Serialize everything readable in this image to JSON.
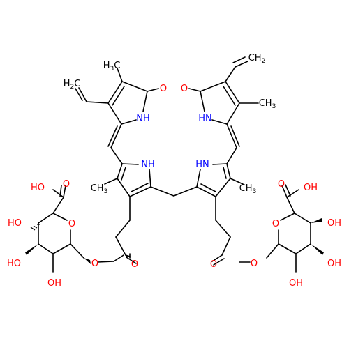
{
  "colors": {
    "background": "#ffffff",
    "bond": "#000000",
    "O": "#ff0000",
    "N": "#0000ff",
    "C": "#000000"
  },
  "atoms": [
    {
      "id": "me_tl",
      "text": "H3C",
      "element": "C"
    },
    {
      "id": "vinyl_tl",
      "text": "H2C",
      "element": "C"
    },
    {
      "id": "o_lac_l",
      "text": "O",
      "element": "O"
    },
    {
      "id": "nh_lac_l",
      "text": "NH",
      "element": "N"
    },
    {
      "id": "vinyl_tr",
      "text": "CH2",
      "element": "C"
    },
    {
      "id": "o_lac_r",
      "text": "O",
      "element": "O"
    },
    {
      "id": "nh_lac_r",
      "text": "HN",
      "element": "N"
    },
    {
      "id": "me_tr",
      "text": "CH3",
      "element": "C"
    },
    {
      "id": "nh_pyr_l",
      "text": "NH",
      "element": "N"
    },
    {
      "id": "nh_pyr_r",
      "text": "HN",
      "element": "N"
    },
    {
      "id": "me_ml",
      "text": "CH3",
      "element": "C"
    },
    {
      "id": "me_mr",
      "text": "CH3",
      "element": "C"
    },
    {
      "id": "cooh_l_oh",
      "text": "HO",
      "element": "O"
    },
    {
      "id": "cooh_l_o",
      "text": "O",
      "element": "O"
    },
    {
      "id": "oh_l1",
      "text": "HO",
      "element": "O"
    },
    {
      "id": "o_ring_l",
      "text": "O",
      "element": "O"
    },
    {
      "id": "oh_l2",
      "text": "HO",
      "element": "O"
    },
    {
      "id": "o_ester_l",
      "text": "O",
      "element": "O"
    },
    {
      "id": "o_co_l",
      "text": "O",
      "element": "O"
    },
    {
      "id": "oh_l3",
      "text": "OH",
      "element": "O"
    },
    {
      "id": "cooh_r_o",
      "text": "O",
      "element": "O"
    },
    {
      "id": "cooh_r_oh",
      "text": "OH",
      "element": "O"
    },
    {
      "id": "o_ring_r",
      "text": "O",
      "element": "O"
    },
    {
      "id": "oh_r1",
      "text": "OH",
      "element": "O"
    },
    {
      "id": "o_co_r",
      "text": "O",
      "element": "O"
    },
    {
      "id": "o_ester_r",
      "text": "O",
      "element": "O"
    },
    {
      "id": "oh_r2",
      "text": "OH",
      "element": "O"
    },
    {
      "id": "oh_r3",
      "text": "OH",
      "element": "O"
    }
  ]
}
